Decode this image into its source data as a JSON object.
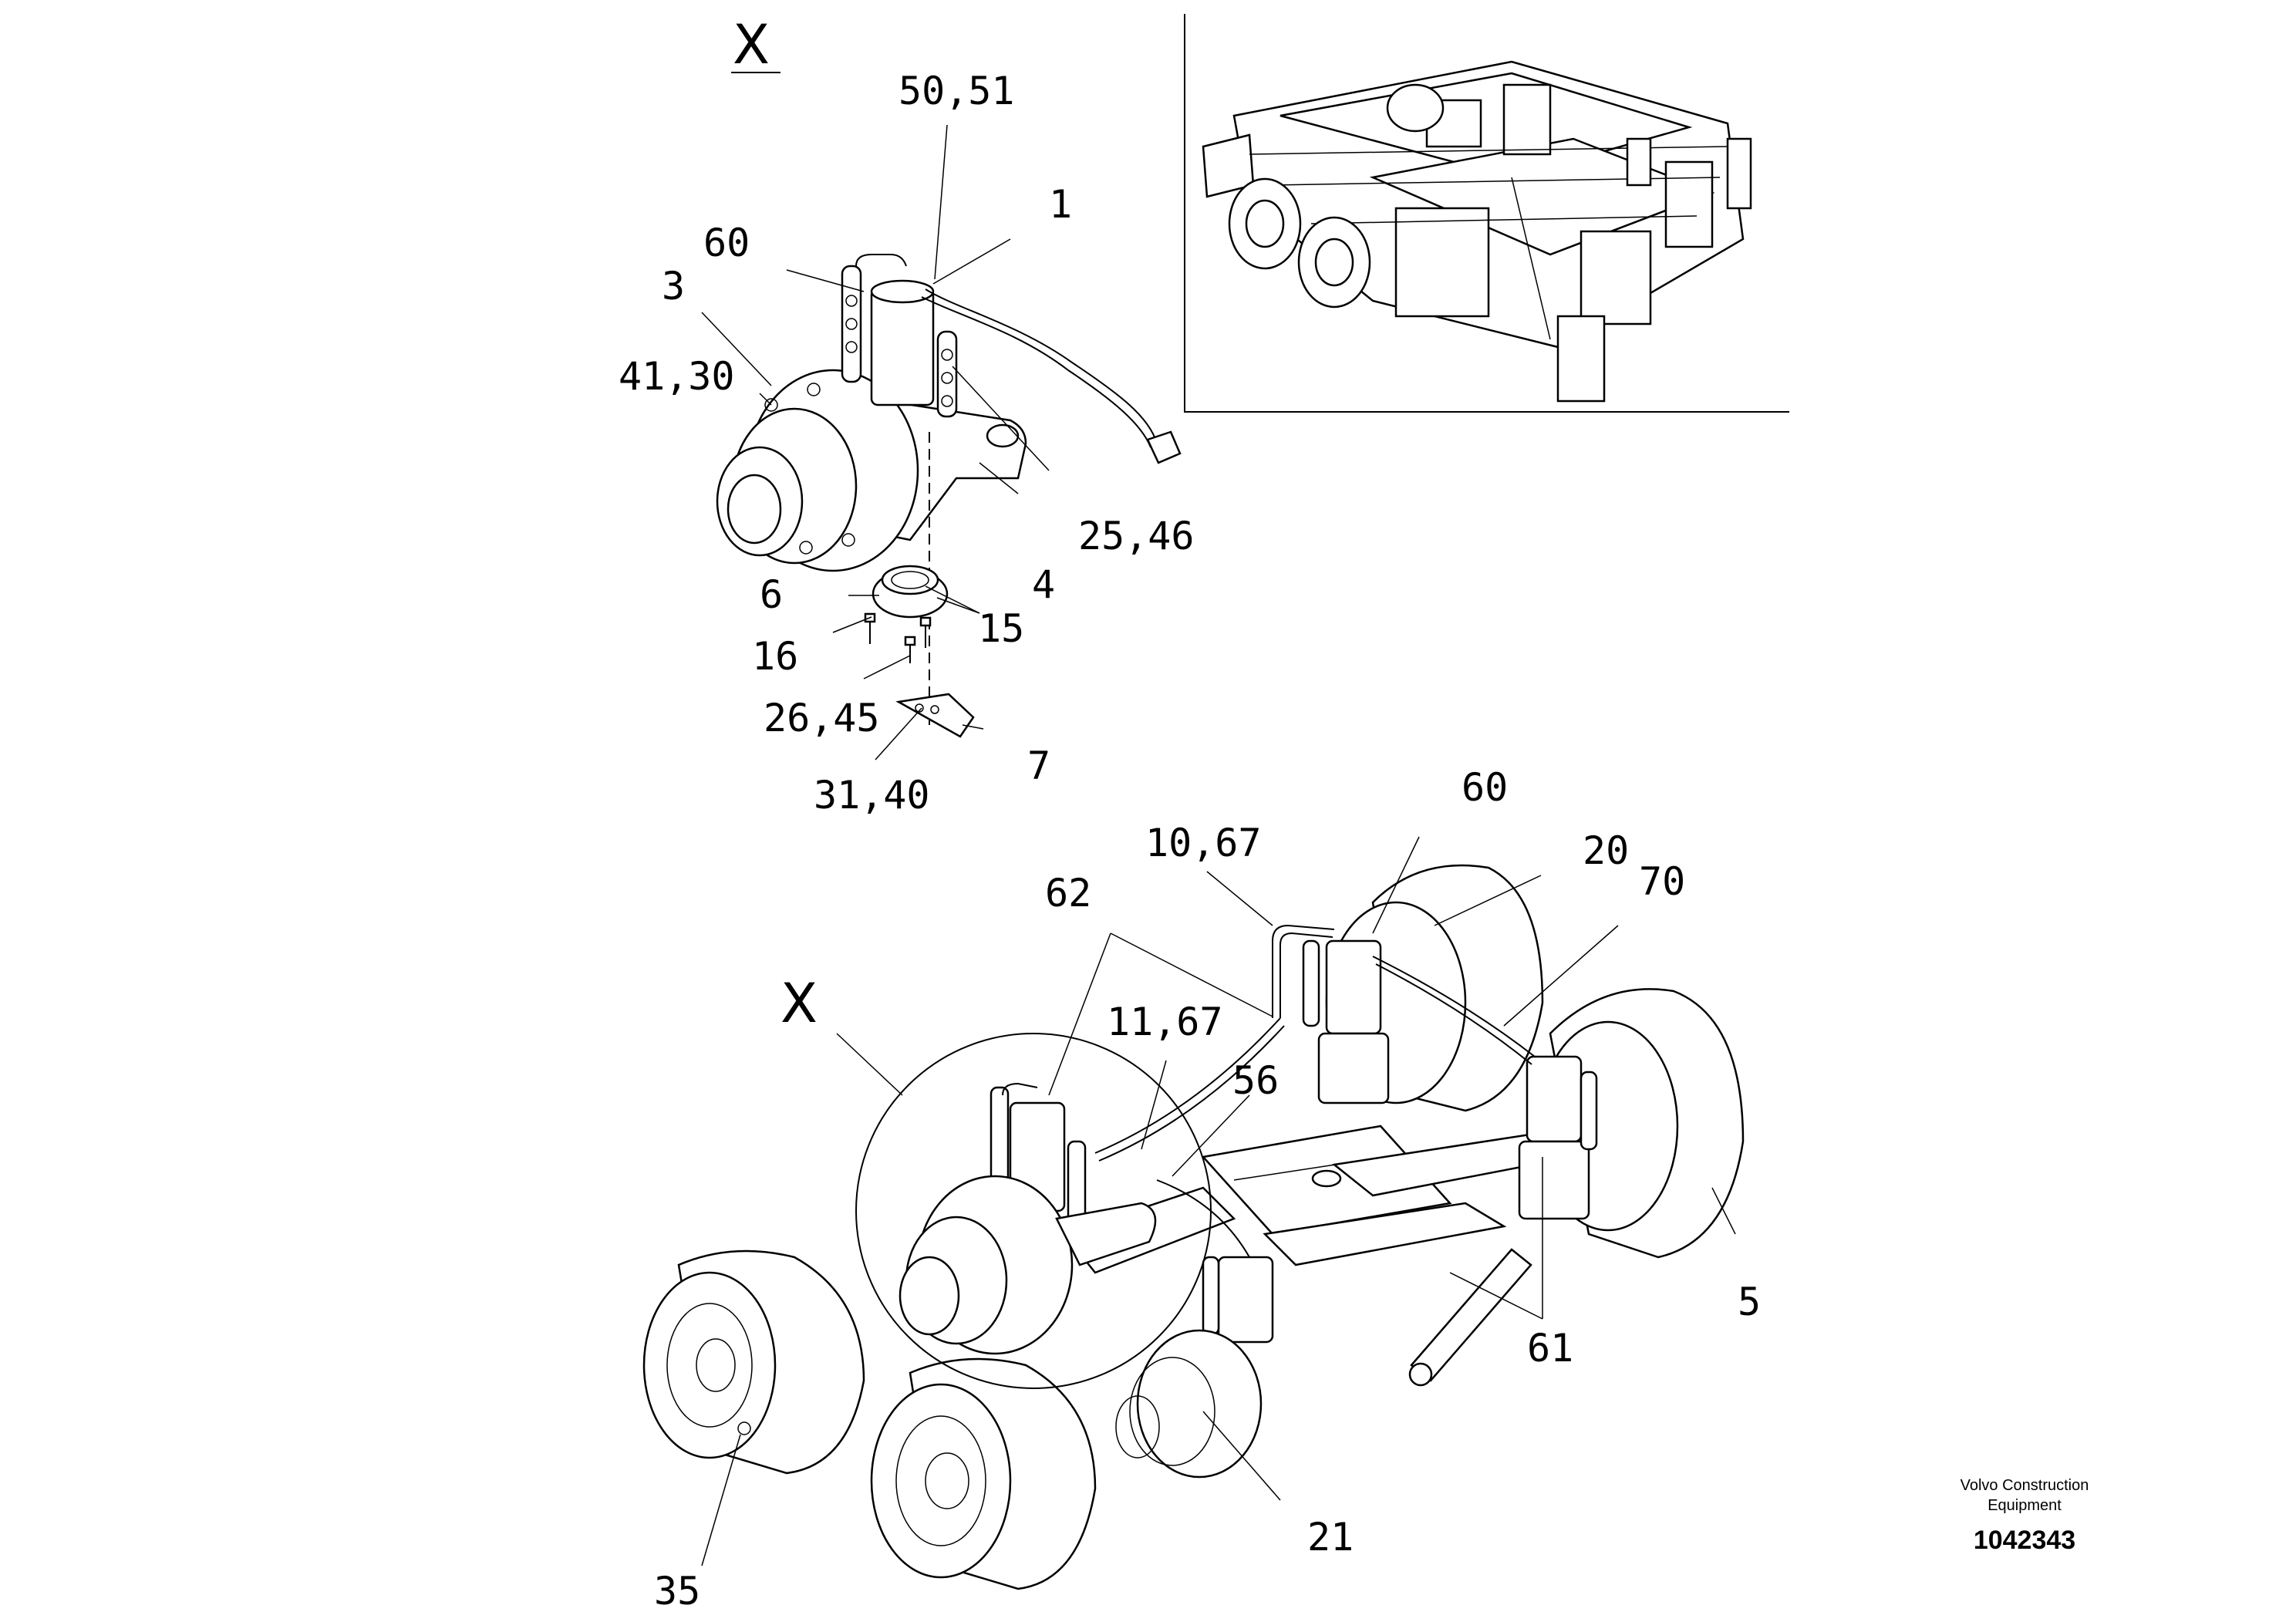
{
  "view_labels": {
    "detail_title": "X",
    "detail_ref": "X"
  },
  "callouts": {
    "c_50_51": "50,51",
    "c_1": "1",
    "c_60_top": "60",
    "c_3": "3",
    "c_41_30": "41,30",
    "c_25_46": "25,46",
    "c_4": "4",
    "c_6": "6",
    "c_15": "15",
    "c_16": "16",
    "c_26_45": "26,45",
    "c_7": "7",
    "c_31_40": "31,40",
    "c_60_bottom": "60",
    "c_10_67": "10,67",
    "c_20": "20",
    "c_70": "70",
    "c_62": "62",
    "c_11_67": "11,67",
    "c_56": "56",
    "c_5": "5",
    "c_61": "61",
    "c_21": "21",
    "c_35": "35"
  },
  "title_block": {
    "brand_line1": "Volvo Construction",
    "brand_line2": "Equipment",
    "document_number": "1042343"
  }
}
